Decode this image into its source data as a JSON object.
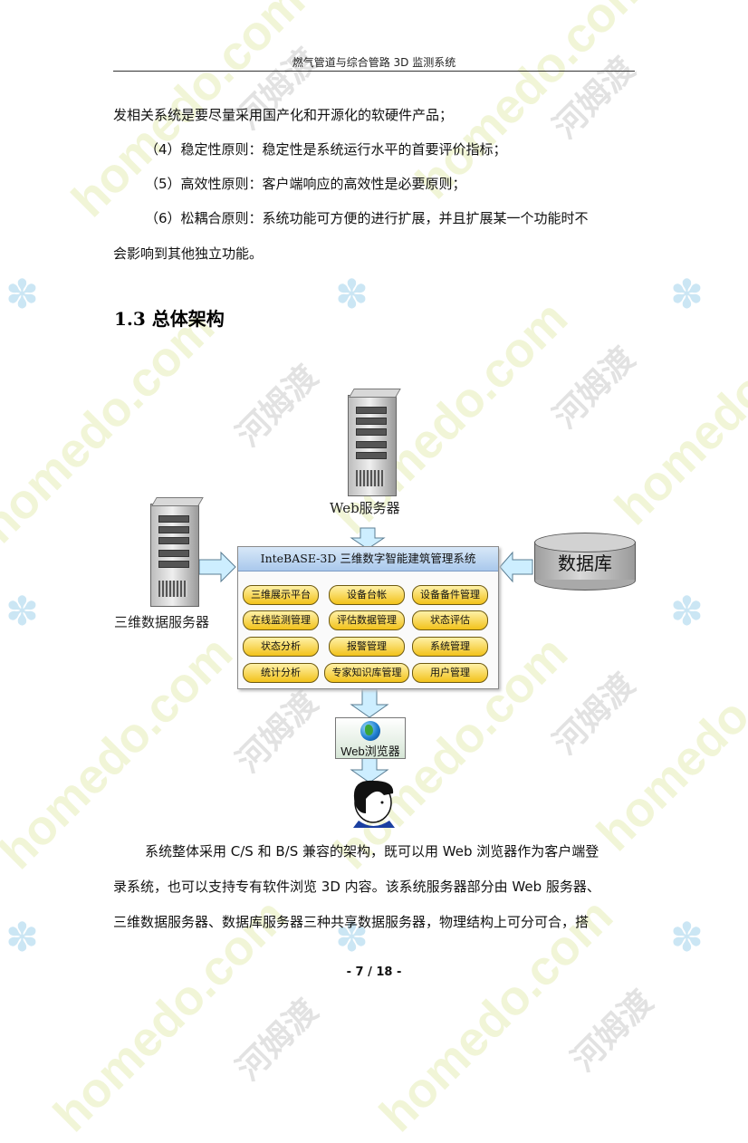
{
  "header": {
    "title": "燃气管道与综合管路 3D 监测系统"
  },
  "paragraphs_top": [
    "发相关系统是要尽量采用国产化和开源化的软硬件产品；",
    "（4）稳定性原则：稳定性是系统运行水平的首要评价指标；",
    "（5）高效性原则：客户端响应的高效性是必要原则；",
    "（6）松耦合原则：系统功能可方便的进行扩展，并且扩展某一个功能时不",
    "会影响到其他独立功能。"
  ],
  "section": {
    "title": "1.3 总体架构"
  },
  "diagram": {
    "web_server_label": "Web服务器",
    "gis_server_label": "三维数据服务器",
    "database_label": "数据库",
    "system_title": "InteBASE-3D 三维数字智能建筑管理系统",
    "modules": [
      "三维展示平台",
      "设备台帐",
      "设备备件管理",
      "在线监测管理",
      "评估数据管理",
      "状态评估",
      "状态分析",
      "报警管理",
      "系统管理",
      "统计分析",
      "专家知识库管理",
      "用户管理"
    ],
    "browser_label": "Web浏览器"
  },
  "paragraphs_bottom": [
    "系统整体采用 C/S 和 B/S 兼容的架构，既可以用 Web 浏览器作为客户端登",
    "录系统，也可以支持专有软件浏览 3D 内容。该系统服务器部分由 Web 服务器、",
    "三维数据服务器、数据库服务器三种共享数据服务器，物理结构上可分可合，搭"
  ],
  "footer": {
    "page": "- 7 / 18 -"
  },
  "watermark": {
    "text": "homedo.com",
    "cn": "河姆渡"
  },
  "colors": {
    "module_fill": "#f2c21a",
    "title_bar": "#a9c8ec",
    "arrow_fill": "#cdeeff"
  }
}
